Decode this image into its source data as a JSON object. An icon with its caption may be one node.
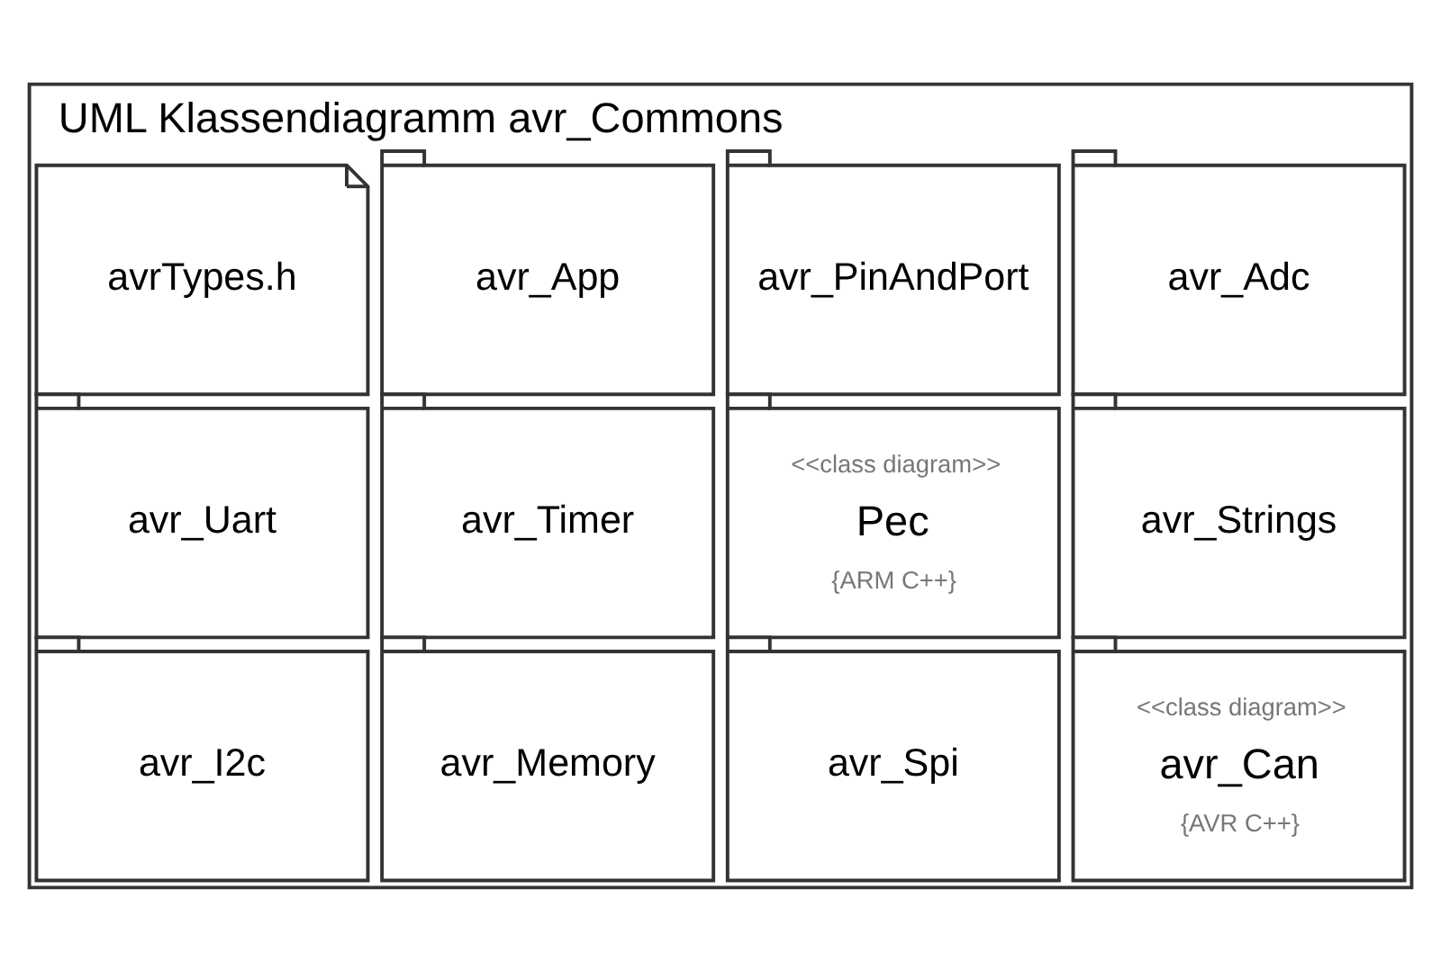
{
  "diagram": {
    "nodes": [
      {
        "text": [
          "UML Klassendiagramm avr_Commons"
        ]
      },
      {
        "text": [
          "avrTypes.h"
        ],
        "in": 0
      },
      {
        "text": [
          "avr_App"
        ],
        "in": 0
      },
      {
        "text": [
          "avr_PinAndPort"
        ],
        "in": 0
      },
      {
        "text": [
          "avr_Adc"
        ],
        "in": 0
      },
      {
        "text": [
          "avr_Uart"
        ],
        "in": 0
      },
      {
        "text": [
          "avr_Timer"
        ],
        "in": 0
      },
      {
        "text": [
          "<<class diagram>>",
          "Pec",
          "{ARM C++}"
        ],
        "in": 0
      },
      {
        "text": [
          "avr_Strings"
        ],
        "in": 0
      },
      {
        "text": [
          "avr_I2c"
        ],
        "in": 0
      },
      {
        "text": [
          "avr_Memory"
        ],
        "in": 0
      },
      {
        "text": [
          "avr_Spi"
        ],
        "in": 0
      },
      {
        "text": [
          "<<class diagram>>",
          "avr_Can",
          "{AVR C++}"
        ],
        "in": 0
      }
    ],
    "edges": []
  }
}
